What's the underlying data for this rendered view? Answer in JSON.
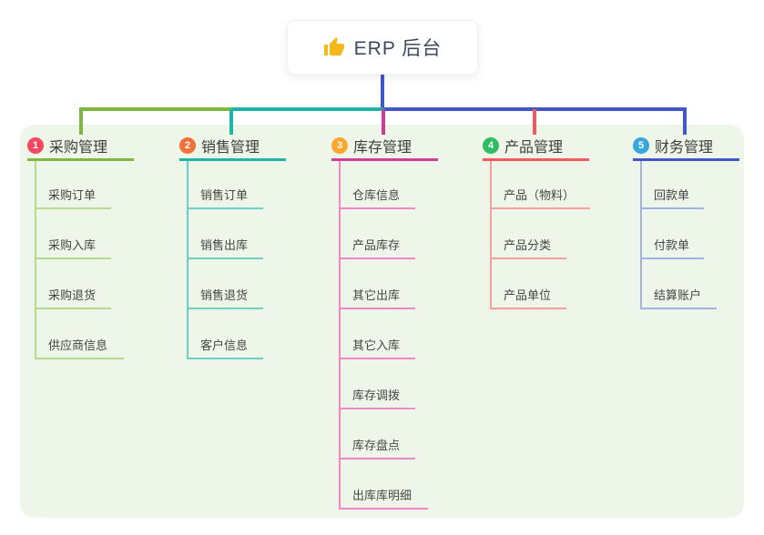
{
  "root": {
    "title": "ERP 后台",
    "icon": "thumbs-up-icon"
  },
  "canvas": {
    "background": "#ffffff",
    "panel_background": "#edf6e8",
    "text_color": "#3d3d3d",
    "root_connector_color": "#4257c8"
  },
  "branches": [
    {
      "index": "1",
      "label": "采购管理",
      "badge_color": "#f4485e",
      "line_color": "#7cb93e",
      "light_line_color": "#b5da8e",
      "children": [
        "采购订单",
        "采购入库",
        "采购退货",
        "供应商信息"
      ]
    },
    {
      "index": "2",
      "label": "销售管理",
      "badge_color": "#f2703a",
      "line_color": "#1eb5a6",
      "light_line_color": "#6fcfc4",
      "children": [
        "销售订单",
        "销售出库",
        "销售退货",
        "客户信息"
      ]
    },
    {
      "index": "3",
      "label": "库存管理",
      "badge_color": "#faa732",
      "line_color": "#cf3d98",
      "light_line_color": "#ef86c5",
      "children": [
        "仓库信息",
        "产品库存",
        "其它出库",
        "其它入库",
        "库存调拨",
        "库存盘点",
        "出库库明细"
      ]
    },
    {
      "index": "4",
      "label": "产品管理",
      "badge_color": "#2ebd63",
      "line_color": "#f15b60",
      "light_line_color": "#f5a09c",
      "children": [
        "产品（物料）",
        "产品分类",
        "产品单位"
      ]
    },
    {
      "index": "5",
      "label": "财务管理",
      "badge_color": "#36a6dd",
      "line_color": "#4257c8",
      "light_line_color": "#9db3e6",
      "children": [
        "回款单",
        "付款单",
        "结算账户"
      ]
    }
  ]
}
